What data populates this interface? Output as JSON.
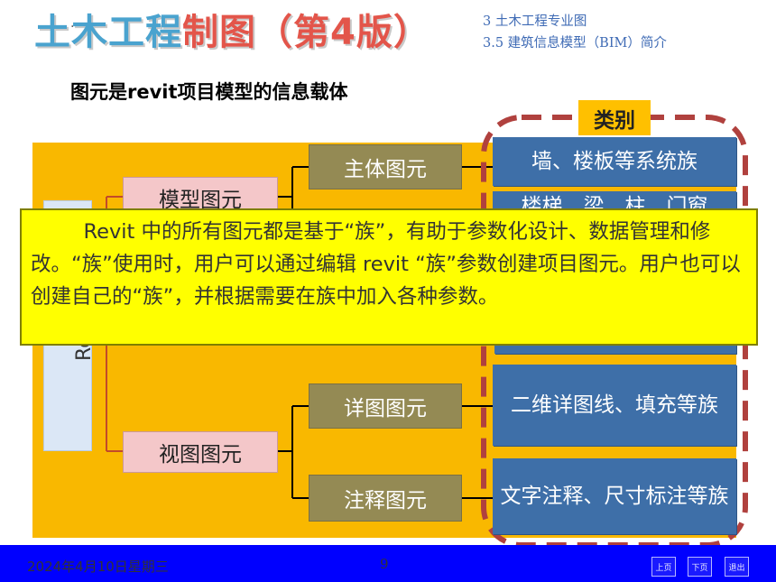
{
  "header": {
    "title_part1": "土木工程",
    "title_part2": "制图（第4版）",
    "section_line1": "3   土木工程专业图",
    "section_line2": "3.5  建筑信息模型（BIM）简介",
    "dot": "."
  },
  "subtitle": "图元是revit项目模型的信息载体",
  "diagram": {
    "root_label": "Revit图元",
    "model_elements": "模型图元",
    "view_elements": "视图图元",
    "host_elements": "主体图元",
    "detail_elements": "详图图元",
    "annotation_elements": "注释图元",
    "category_label": "类别",
    "cat_system": "墙、楼板等系统族",
    "cat_partial": "楼梯、梁、柱、门窗",
    "cat_detail": "二维详图线、填充等族",
    "cat_annotation": "文字注释、尺寸标注等族"
  },
  "callout_text": "Revit 中的所有图元都是基于“族”，有助于参数化设计、数据管理和修改。“族”使用时，用户可以通过编辑 revit “族”参数创建项目图元。用户也可以创建自己的“族”，并根据需要在族中加入各种参数。",
  "footer": {
    "date": "2024年4月10日星期三",
    "page": "9",
    "prev": "上页",
    "next": "下页",
    "exit": "退出"
  },
  "colors": {
    "title_blue": "#4aa3cf",
    "title_red": "#e3554a",
    "background_orange": "#f9b800",
    "callout_yellow": "#ffff00",
    "dash_red": "#b0413e",
    "footer_blue": "#0000ff"
  }
}
